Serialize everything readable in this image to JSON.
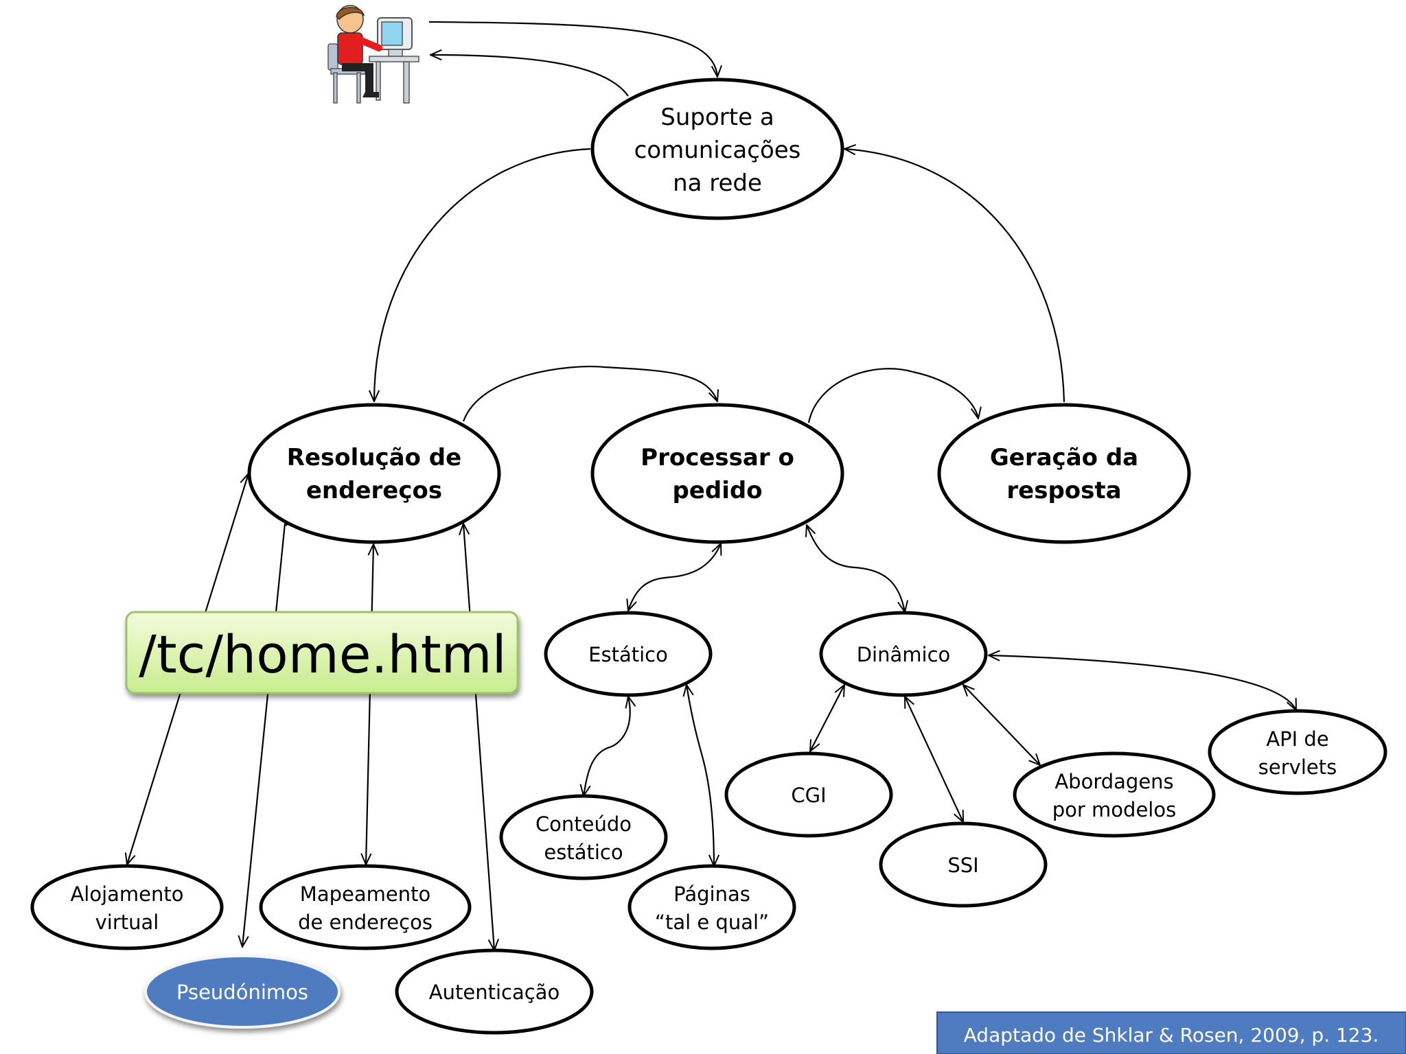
{
  "nodes": {
    "suporte": [
      "Suporte a",
      "comunicações",
      "na rede"
    ],
    "resolucao": [
      "Resolução de",
      "endereços"
    ],
    "processar": [
      "Processar o",
      "pedido"
    ],
    "geracao": [
      "Geração da",
      "resposta"
    ],
    "estatico": [
      "Estático"
    ],
    "dinamico": [
      "Dinâmico"
    ],
    "conteudo": [
      "Conteúdo",
      "estático"
    ],
    "paginas": [
      "Páginas",
      "“tal e qual”"
    ],
    "cgi": [
      "CGI"
    ],
    "ssi": [
      "SSI"
    ],
    "abordagens": [
      "Abordagens",
      "por modelos"
    ],
    "api": [
      "API de",
      "servlets"
    ],
    "alojamento": [
      "Alojamento",
      "virtual"
    ],
    "mapeamento": [
      "Mapeamento",
      "de endereços"
    ],
    "pseudonimos": [
      "Pseudónimos"
    ],
    "autenticacao": [
      "Autenticação"
    ]
  },
  "url_box": "/tc/home.html",
  "credit": "Adaptado de Shklar & Rosen, 2009, p. 123.",
  "colors": {
    "url_box_fill_top": "#f2fbdc",
    "url_box_fill_bottom": "#c9ec8e",
    "url_box_border": "#9bc565",
    "highlight_node": "#4f7cc0",
    "credit_bg": "#4f7cc0"
  },
  "icons": {
    "user": "user-at-computer-icon"
  }
}
